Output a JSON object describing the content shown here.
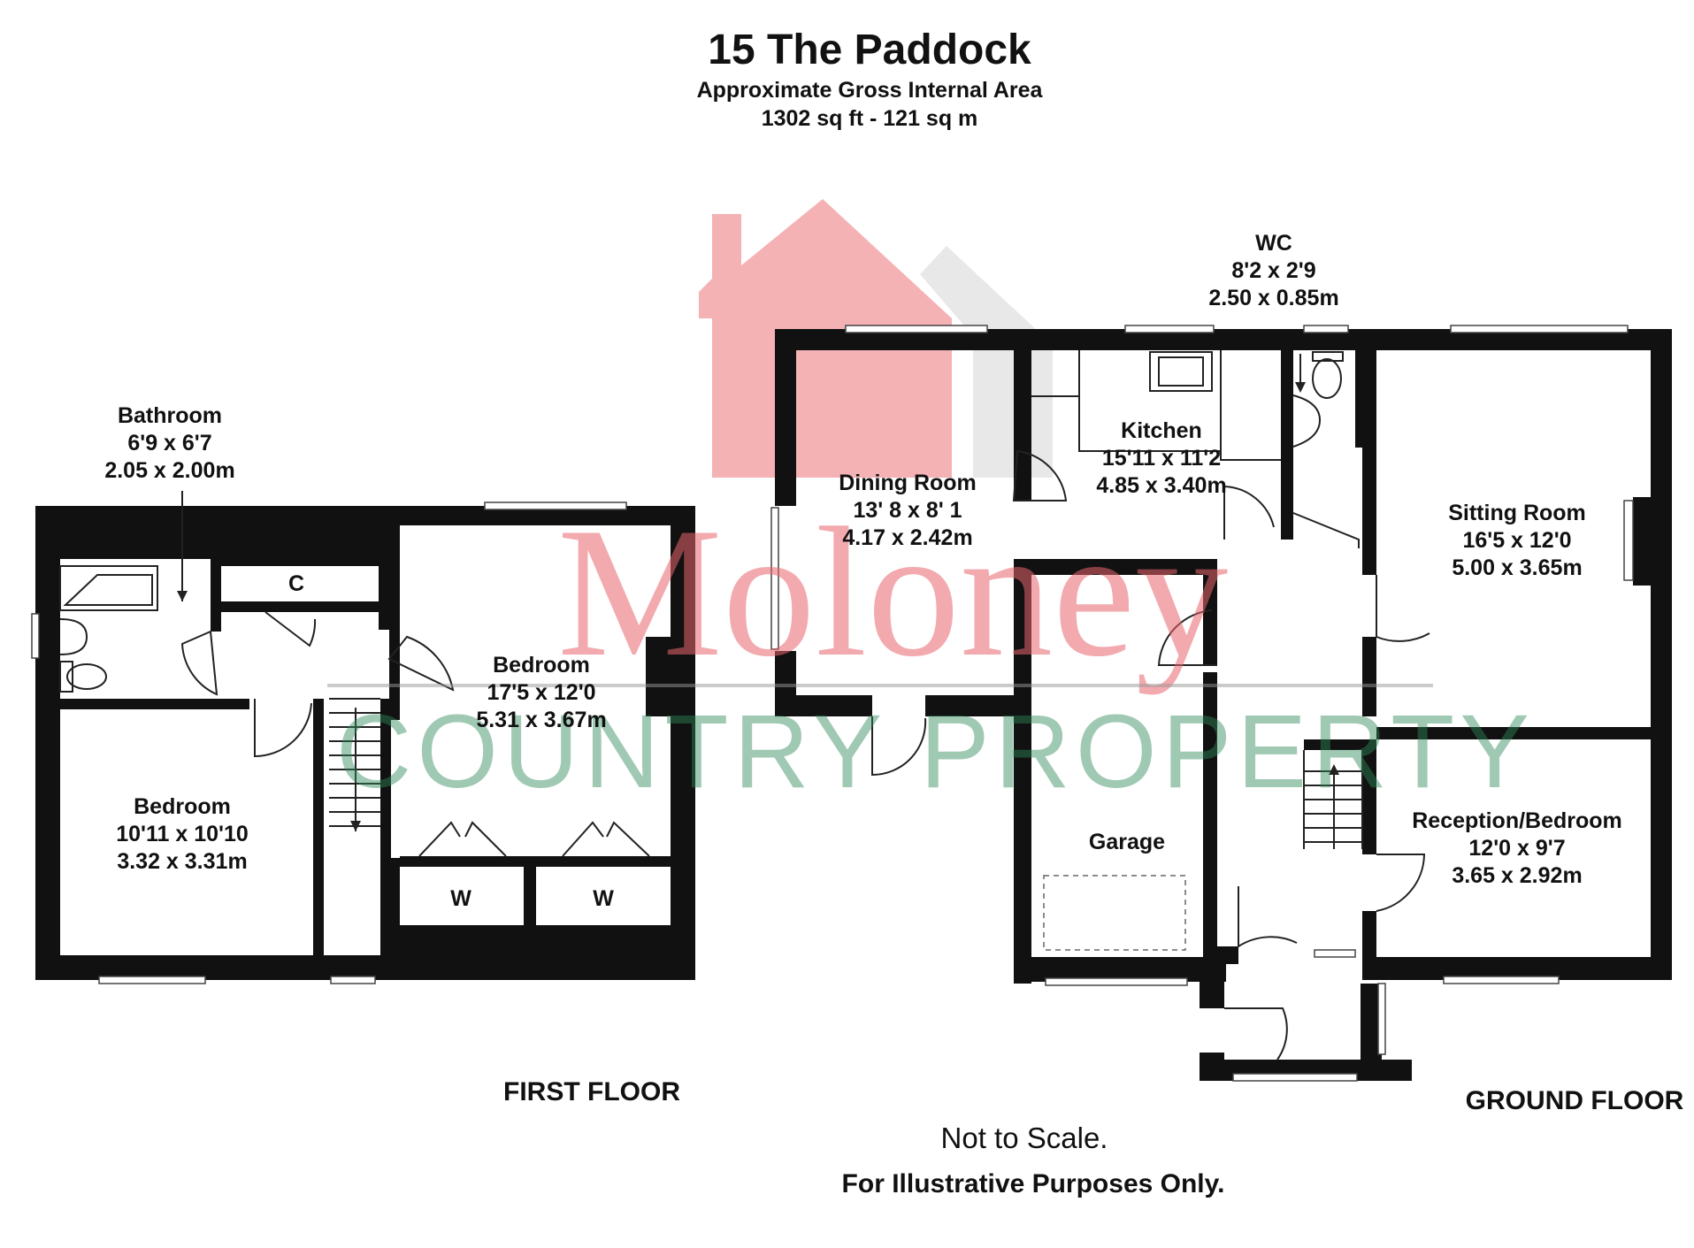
{
  "header": {
    "title": "15  The Paddock",
    "subtitle": "Approximate Gross Internal Area",
    "area": "1302 sq ft - 121 sq m"
  },
  "logo": {
    "brand": "Moloney",
    "tagline": "Country Property",
    "colors": {
      "red": "#e9656c",
      "green": "#2f8a5a",
      "grey": "#bbbbbb"
    }
  },
  "floors": {
    "first_label": "FIRST FLOOR",
    "ground_label": "GROUND FLOOR"
  },
  "rooms": {
    "bathroom": {
      "name": "Bathroom",
      "imperial": "6'9 x 6'7",
      "metric": "2.05 x 2.00m"
    },
    "bedroom_small": {
      "name": "Bedroom",
      "imperial": "10'11 x 10'10",
      "metric": "3.32 x 3.31m"
    },
    "bedroom_large": {
      "name": "Bedroom",
      "imperial": "17'5 x 12'0",
      "metric": "5.31 x 3.67m"
    },
    "cupboard": {
      "name": "C"
    },
    "wardrobe1": {
      "name": "W"
    },
    "wardrobe2": {
      "name": "W"
    },
    "wc": {
      "name": "WC",
      "imperial": "8'2 x 2'9",
      "metric": "2.50 x 0.85m"
    },
    "dining": {
      "name": "Dining Room",
      "imperial": "13' 8  x  8' 1",
      "metric": "4.17  x  2.42m"
    },
    "kitchen": {
      "name": "Kitchen",
      "imperial": "15'11 x 11'2",
      "metric": "4.85 x 3.40m"
    },
    "sitting": {
      "name": "Sitting Room",
      "imperial": "16'5 x 12'0",
      "metric": "5.00 x 3.65m"
    },
    "garage": {
      "name": "Garage"
    },
    "reception": {
      "name": "Reception/Bedroom",
      "imperial": "12'0 x 9'7",
      "metric": "3.65 x 2.92m"
    }
  },
  "footer": {
    "scale_note": "Not to Scale.",
    "illustrative_note": "For Illustrative Purposes Only."
  }
}
